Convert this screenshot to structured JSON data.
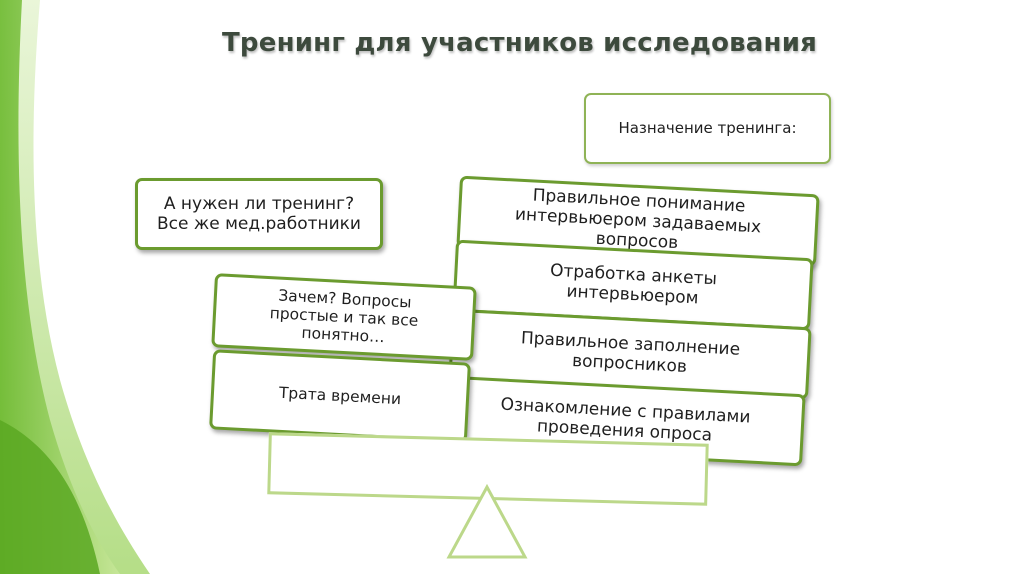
{
  "title": "Тренинг для участников исследования",
  "purpose_label": "Назначение тренинга:",
  "left_side": {
    "question_box": "А нужен ли тренинг? Все же мед.работники",
    "items": [
      "Зачем? Вопросы простые и так все понятно…",
      "Трата времени"
    ]
  },
  "right_side": {
    "items": [
      "Правильное понимание интервьюером задаваемых вопросов",
      "Отработка анкеты интервьюером",
      "Правильное заполнение вопросников",
      "Ознакомление с правилами проведения опроса"
    ]
  },
  "colors": {
    "box_border": "#6b9b2f",
    "beam_border": "#bcd88a",
    "accent_green": "#7dc243"
  }
}
